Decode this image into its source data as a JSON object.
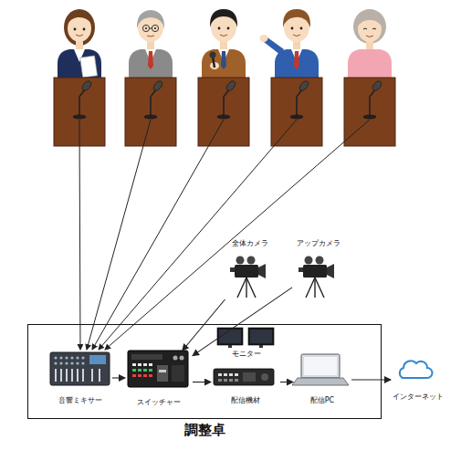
{
  "diagram": {
    "nodes": [
      {
        "text": [
          "全体カメラ"
        ]
      },
      {
        "text": [
          "アップカメラ"
        ]
      },
      {
        "text": [
          "調整卓"
        ]
      },
      {
        "text": [
          "音響ミキサー"
        ],
        "in": 2
      },
      {
        "text": [
          "スイッチャー"
        ],
        "in": 2
      },
      {
        "text": [
          "モニター"
        ],
        "in": 2
      },
      {
        "text": [
          "配信機材"
        ],
        "in": 2
      },
      {
        "text": [
          "配信PC"
        ],
        "in": 2
      },
      {
        "text": [
          "インターネット"
        ]
      }
    ],
    "edges": [
      {
        "from": 0,
        "to": 4,
        "arrow": "to"
      },
      {
        "from": 1,
        "to": 4,
        "arrow": "to"
      },
      {
        "from": 3,
        "to": 4,
        "arrow": "to"
      },
      {
        "from": 4,
        "to": 6,
        "arrow": "to"
      },
      {
        "from": 6,
        "to": 7,
        "arrow": "to"
      },
      {
        "from": 7,
        "to": 8,
        "arrow": "to"
      }
    ]
  }
}
